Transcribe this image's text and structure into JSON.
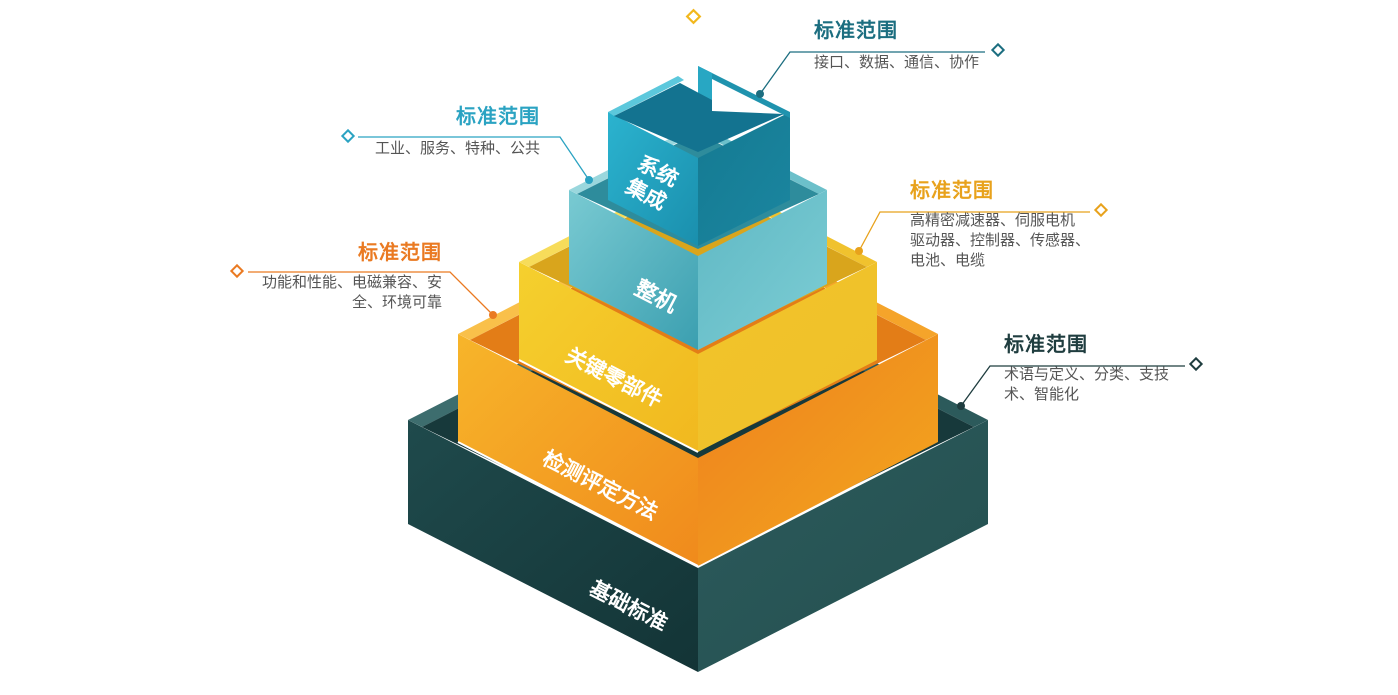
{
  "pyramid": {
    "layers": [
      {
        "key": "foundation",
        "label": "基础标准"
      },
      {
        "key": "testing",
        "label": "检测评定方法"
      },
      {
        "key": "components",
        "label": "关键零部件"
      },
      {
        "key": "machine",
        "label": "整机"
      },
      {
        "key": "integration",
        "label": "系统\n集成"
      }
    ]
  },
  "callouts": {
    "integration": {
      "title": "标准范围",
      "text": "接口、数据、通信、协作",
      "color": "#1c6e80"
    },
    "machine": {
      "title": "标准范围",
      "text": "工业、服务、特种、公共",
      "color": "#2ba3c2"
    },
    "components": {
      "title": "标准范围",
      "text": "高精密减速器、伺服电机\n驱动器、控制器、传感器、\n电池、电缆",
      "color": "#e8a21c"
    },
    "testing": {
      "title": "标准范围",
      "text": "功能和性能、电磁兼容、安\n全、环境可靠",
      "color": "#ea7a22"
    },
    "foundation": {
      "title": "标准范围",
      "text": "术语与定义、分类、支技\n术、智能化",
      "color": "#1f3d3f"
    }
  },
  "colors": {
    "foundation": "#1d4446",
    "testing": "#f19a1d",
    "components": "#f2c32a",
    "machine": "#4fb4c2",
    "integration": "#1a9ab7"
  }
}
